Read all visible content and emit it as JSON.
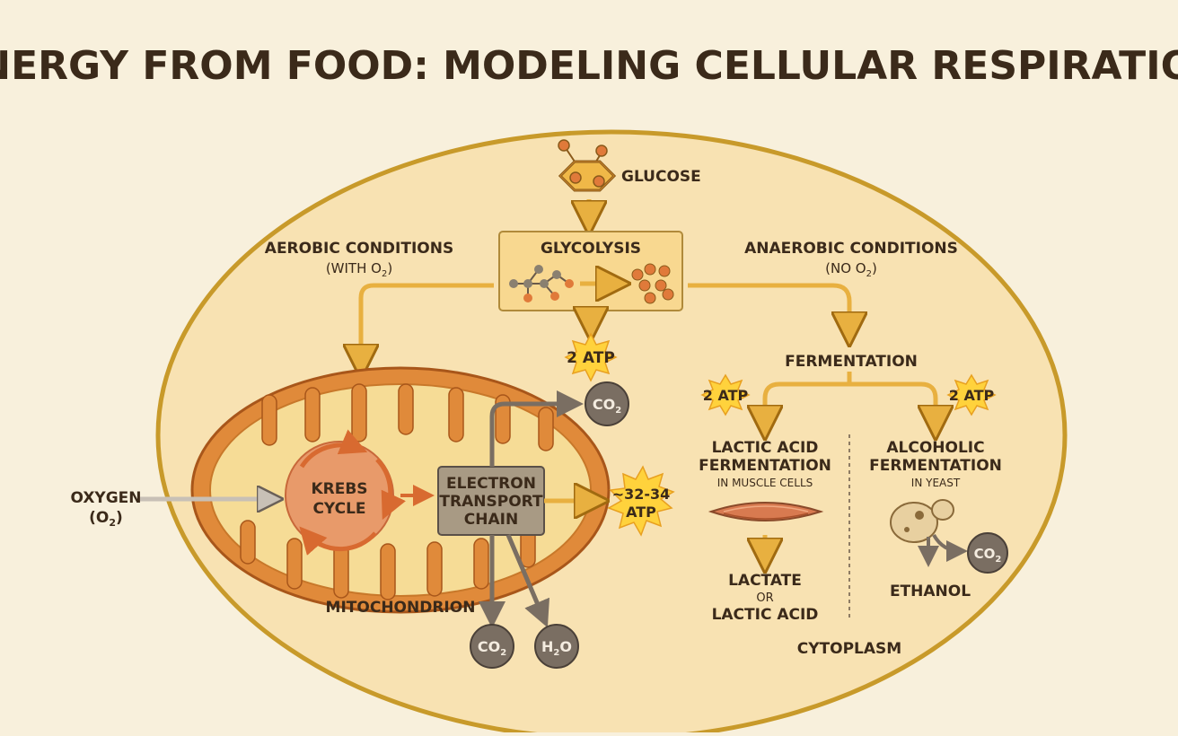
{
  "title": "ENERGY FROM FOOD: MODELING CELLULAR RESPIRATION",
  "glucose": "GLUCOSE",
  "glycolysis": "GLYCOLYSIS",
  "aerobic": {
    "label": "AEROBIC CONDITIONS",
    "sub": "(WITH O",
    "sub_tail": ")"
  },
  "anaerobic": {
    "label": "ANAEROBIC CONDITIONS",
    "sub": "(NO O",
    "sub_tail": ")"
  },
  "atp_glycolysis": "2 ATP",
  "fermentation": "FERMENTATION",
  "atp_lactic": "2 ATP",
  "atp_alcoholic": "2 ATP",
  "lactic": {
    "line1": "LACTIC ACID",
    "line2": "FERMENTATION",
    "where": "IN MUSCLE CELLS"
  },
  "alcoholic": {
    "line1": "ALCOHOLIC",
    "line2": "FERMENTATION",
    "where": "IN YEAST"
  },
  "lactate": {
    "line1": "LACTATE",
    "line2": "OR",
    "line3": "LACTIC ACID"
  },
  "ethanol": "ETHANOL",
  "oxygen": {
    "line1": "OXYGEN",
    "line2": "(O",
    "line2_tail": ")"
  },
  "krebs": {
    "line1": "KREBS",
    "line2": "CYCLE"
  },
  "etc": {
    "line1": "ELECTRON",
    "line2": "TRANSPORT",
    "line3": "CHAIN"
  },
  "atp_etc": {
    "line1": "~32-34",
    "line2": "ATP"
  },
  "mitochondrion": "MITOCHONDRION",
  "cytoplasm": "CYTOPLASM",
  "co2": {
    "base": "CO",
    "sub": "2"
  },
  "h2o": {
    "base": "H",
    "sub": "2",
    "tail": "O"
  },
  "colors": {
    "background": "#f8f0dc",
    "cell_fill": "#f8e2b2",
    "cell_stroke": "#c89a2a",
    "arrow": "#e8b040",
    "mito_outer": "#d9822e",
    "krebs": "#e89a6a",
    "etc_box": "#a89a84",
    "molecule": "#7a6e62",
    "text": "#3b2a1a",
    "burst": "#ffd23c"
  }
}
